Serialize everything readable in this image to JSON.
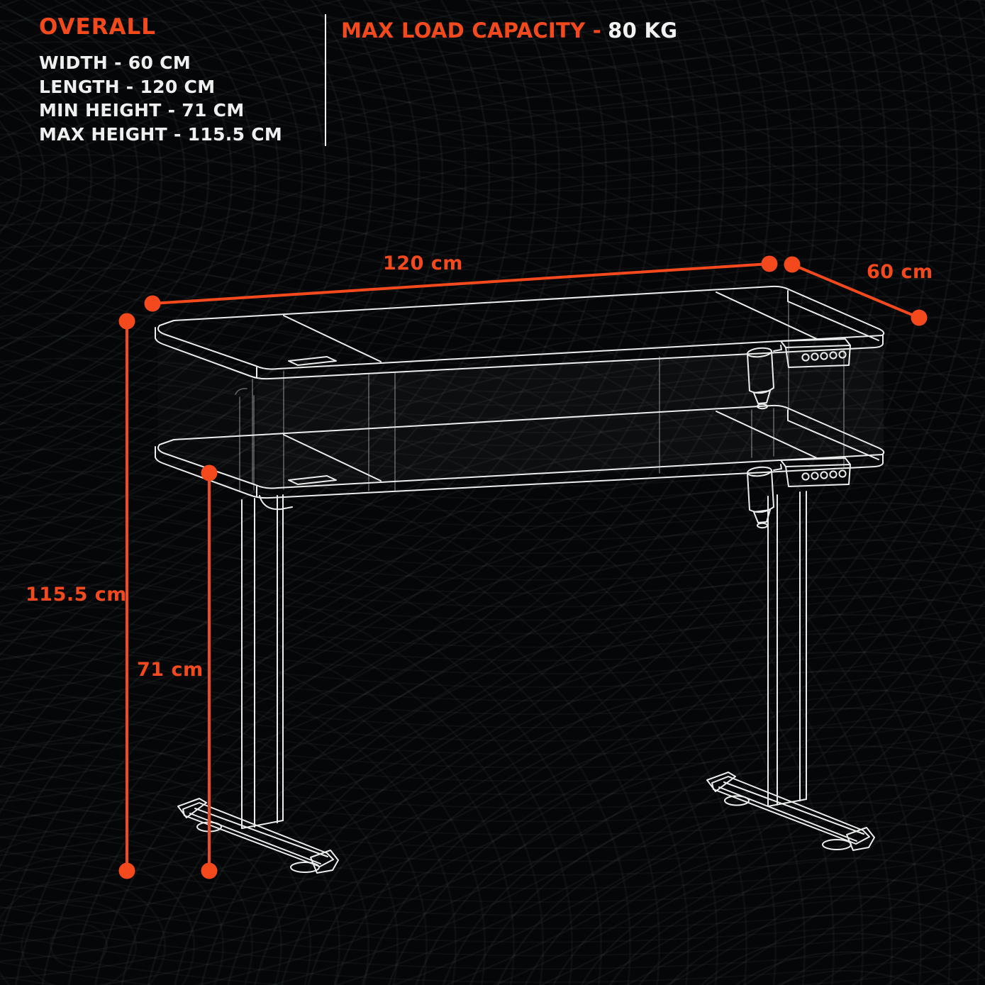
{
  "colors": {
    "accent": "#F3491C",
    "line_art": "#ECECEC",
    "background": "#050607",
    "text": "#EFEFEF"
  },
  "header": {
    "overall": {
      "title": "OVERALL",
      "specs": [
        "WIDTH - 60 CM",
        "LENGTH - 120 CM",
        "MIN HEIGHT - 71 CM",
        "MAX HEIGHT - 115.5 CM"
      ]
    },
    "max_load": {
      "label": "MAX LOAD CAPACITY -",
      "value": "80 KG"
    }
  },
  "diagram": {
    "description": "height-adjustable desk wireframe shown at max and min height",
    "labels": {
      "length": "120 cm",
      "depth": "60 cm",
      "max_height": "115.5 cm",
      "min_height": "71 cm"
    },
    "control_panel_buttons": 5
  }
}
